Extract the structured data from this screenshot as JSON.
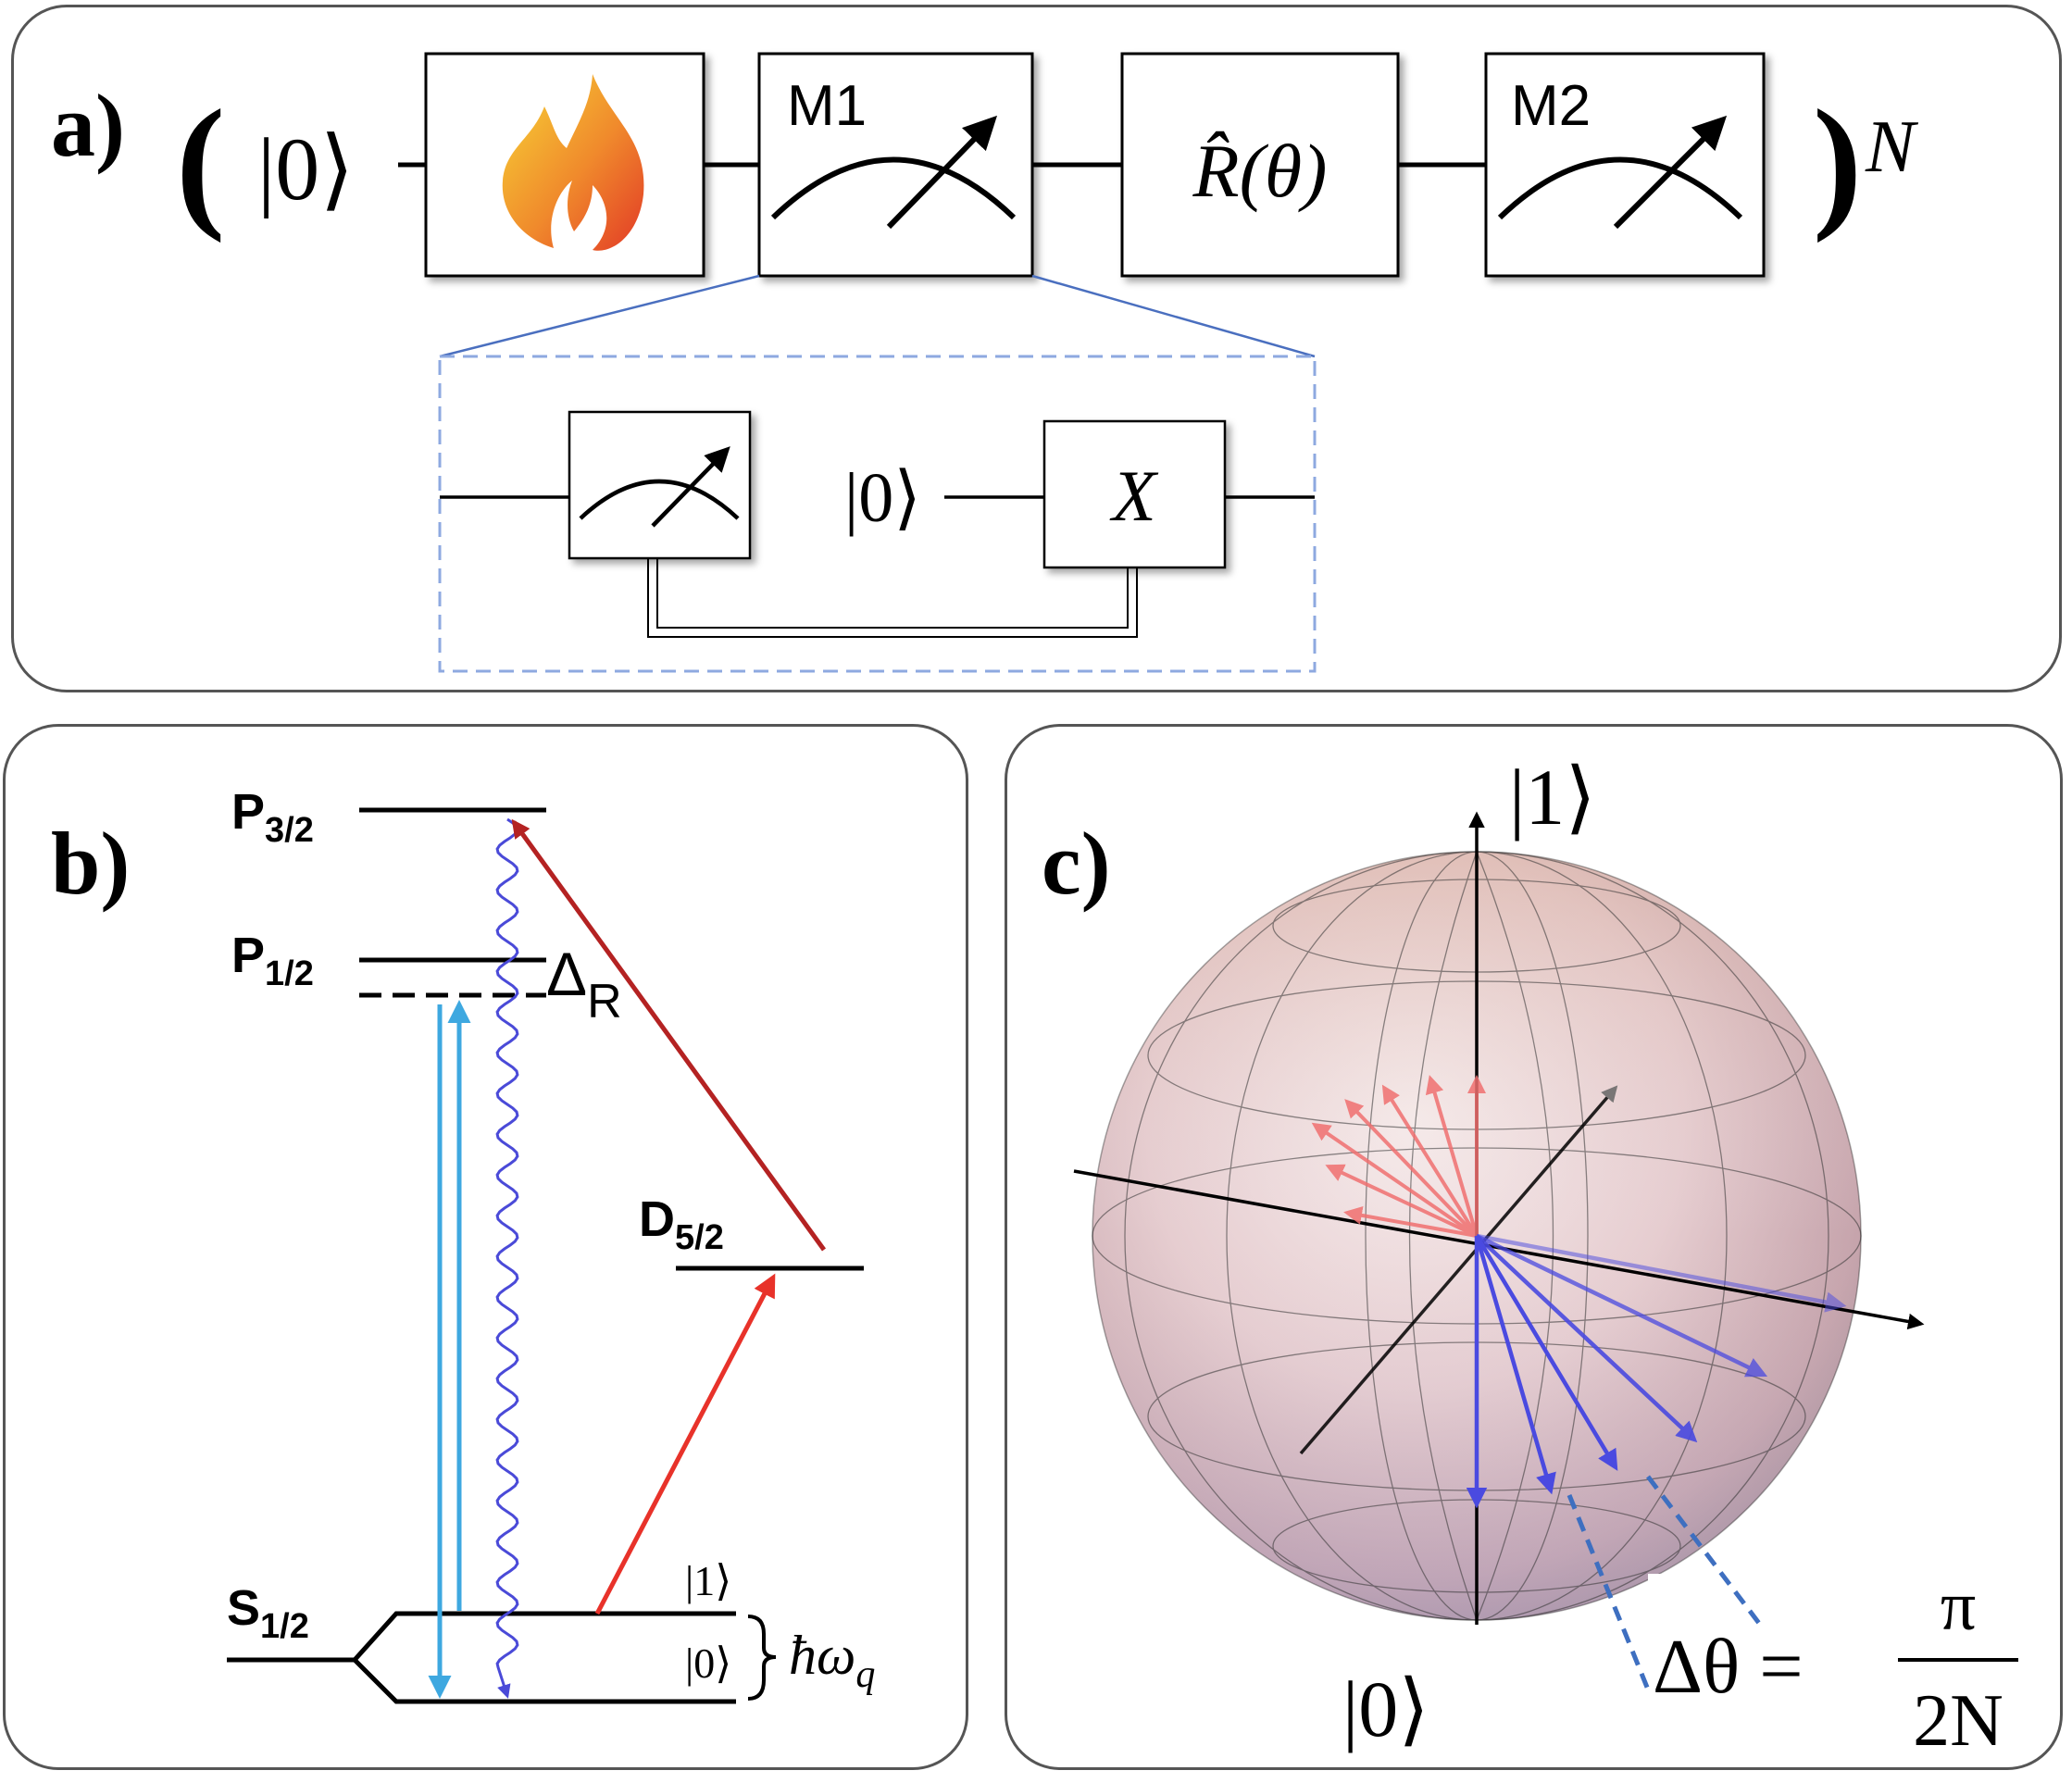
{
  "panel_a": {
    "label": "a)",
    "open_paren": "(",
    "close_paren": ")",
    "exponent": "N",
    "input_state": "|0⟩",
    "heat_icon": "flame-icon",
    "gate_m1": {
      "label": "M1",
      "icon": "meter-icon"
    },
    "gate_rotation": {
      "label": "R̂(θ)"
    },
    "gate_m2": {
      "label": "M2",
      "icon": "meter-icon"
    },
    "inset": {
      "meter_icon": "meter-icon",
      "reset_state": "|0⟩",
      "x_gate_label": "X",
      "border_color": "#8ea9e0"
    }
  },
  "panel_b": {
    "label": "b)",
    "levels": {
      "p32": {
        "main": "P",
        "sub": "3/2"
      },
      "p12": {
        "main": "P",
        "sub": "1/2"
      },
      "d52": {
        "main": "D",
        "sub": "5/2"
      },
      "s12": {
        "main": "S",
        "sub": "1/2"
      }
    },
    "detuning": {
      "main": "Δ",
      "sub": "R"
    },
    "ket_one": "|1⟩",
    "ket_zero": "|0⟩",
    "splitting": "ħω",
    "splitting_sub": "q",
    "colors": {
      "raman_beam": "#3ea8e0",
      "spontaneous_decay": "#4a4ad8",
      "d_transition": "#e8322a",
      "repump": "#b42222"
    }
  },
  "panel_c": {
    "label": "c)",
    "ket_one": "|1⟩",
    "ket_zero": "|0⟩",
    "delta": "Δθ =",
    "frac_num": "π",
    "frac_den": "2N",
    "colors": {
      "upper_vectors": "#f07070",
      "lower_vectors": "#4a4ae0",
      "bracket": "#3e6fc0"
    }
  }
}
